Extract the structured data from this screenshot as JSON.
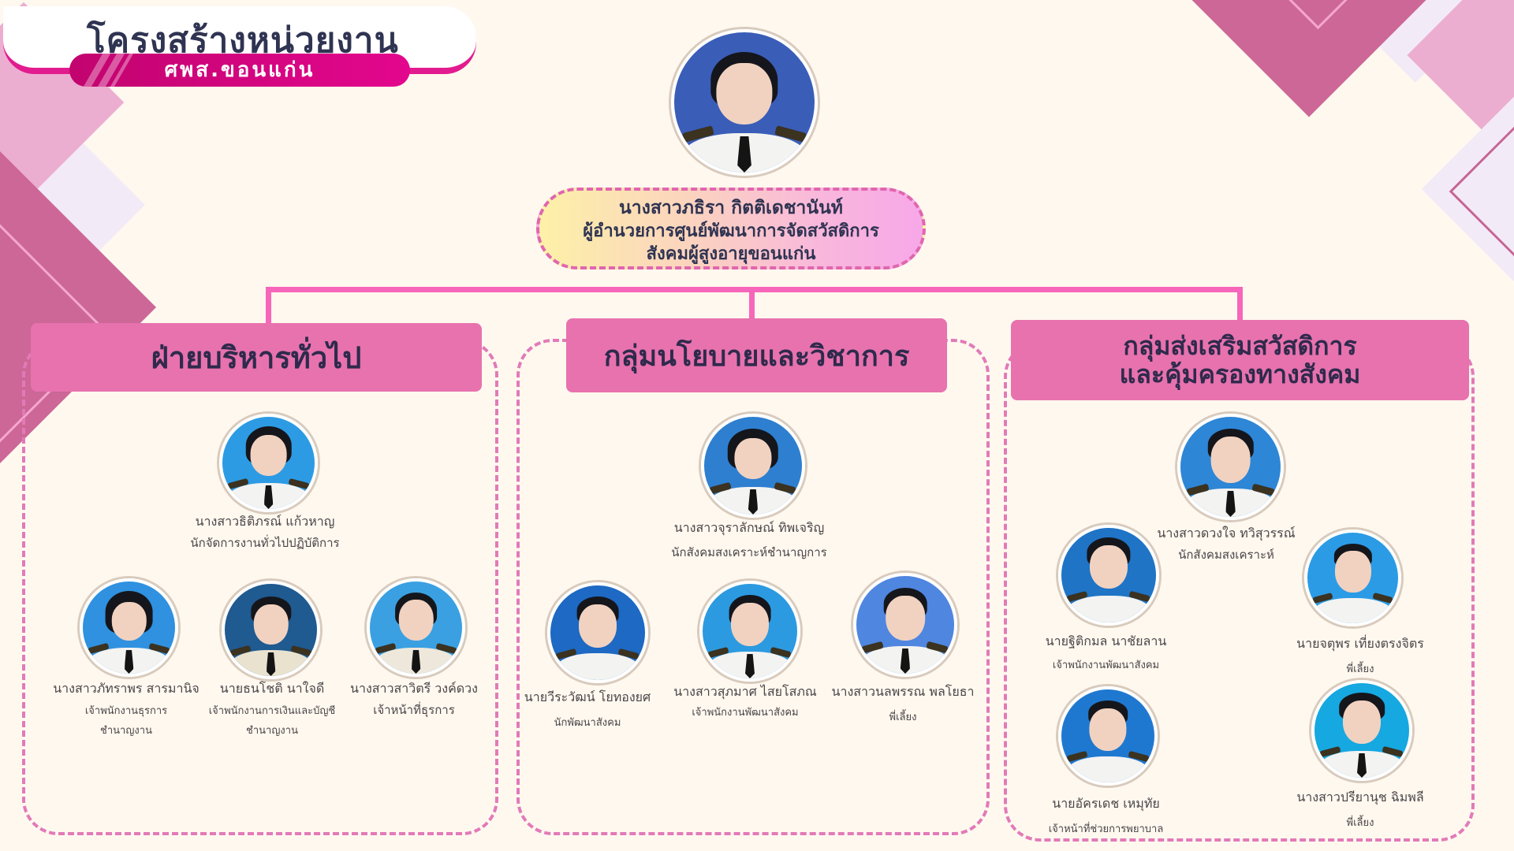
{
  "title": {
    "main": "โครงสร้างหน่วยงาน",
    "sub": "ศพส.ขอนแก่น"
  },
  "colors": {
    "background": "#fff8ef",
    "accent_pink": "#e772ae",
    "connector": "#f766ba",
    "dashed_border": "#e27ab8",
    "title_magenta": "#e3068e",
    "text_dark": "#2f3452"
  },
  "director": {
    "name": "นางสาวภธิรา กิตติเดชานันท์",
    "position_line1": "ผู้อำนวยการศูนย์พัฒนาการจัดสวัสดิการ",
    "position_line2": "สังคมผู้สูงอายุขอนแก่น"
  },
  "departments": [
    {
      "title_lines": [
        "ฝ่ายบริหารทั่วไป"
      ],
      "head": {
        "name": "นางสาวธิติภรณ์ แก้วหาญ",
        "role": [
          "นักจัดการงานทั่วไปปฏิบัติการ"
        ]
      },
      "staff": [
        {
          "name": "นางสาวภัทราพร สารมานิจ",
          "role": [
            "เจ้าพนักงานธุรการ",
            "ชำนาญงาน"
          ]
        },
        {
          "name": "นายธนโชติ นาใจดี",
          "role": [
            "เจ้าพนักงานการเงินและบัญชี",
            "ชำนาญงาน"
          ]
        },
        {
          "name": "นางสาวสาวิตรี วงค์ดวง",
          "role": [
            "เจ้าหน้าที่ธุรการ"
          ]
        }
      ]
    },
    {
      "title_lines": [
        "กลุ่มนโยบายและวิชาการ"
      ],
      "head": {
        "name": "นางสาวจุราลักษณ์ ทิพเจริญ",
        "role": [
          "นักสังคมสงเคราะห์ชำนาญการ"
        ]
      },
      "staff": [
        {
          "name": "นายวีระวัฒน์ โยทองยศ",
          "role": [
            "นักพัฒนาสังคม"
          ]
        },
        {
          "name": "นางสาวสุภมาศ ไสยโสภณ",
          "role": [
            "เจ้าพนักงานพัฒนาสังคม"
          ]
        },
        {
          "name": "นางสาวนลพรรณ พลโยธา",
          "role": [
            "พี่เลี้ยง"
          ]
        }
      ]
    },
    {
      "title_lines": [
        "กลุ่มส่งเสริมสวัสดิการ",
        "และคุ้มครองทางสังคม"
      ],
      "head": {
        "name": "นางสาวดวงใจ ทวิสุวรรณ์",
        "role": [
          "นักสังคมสงเคราะห์"
        ]
      },
      "staff": [
        {
          "name": "นายฐิติกมล นาชัยลาน",
          "role": [
            "เจ้าพนักงานพัฒนาสังคม"
          ]
        },
        {
          "name": "นายจตุพร เที่ยงตรงจิตร",
          "role": [
            "พี่เลี้ยง"
          ]
        },
        {
          "name": "นายอัครเดช เหมุทัย",
          "role": [
            "เจ้าหน้าที่ช่วยการพยาบาล"
          ]
        },
        {
          "name": "นางสาวปรียานุช ฉิมพลี",
          "role": [
            "พี่เลี้ยง"
          ]
        }
      ]
    }
  ]
}
